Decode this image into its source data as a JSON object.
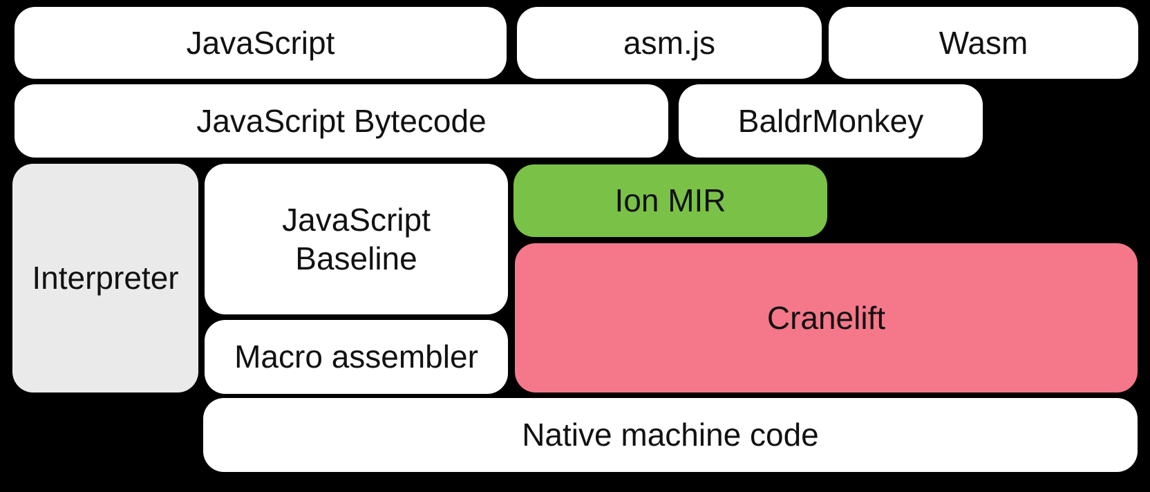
{
  "diagram": {
    "background_color": "#000000",
    "text_color": "#111111",
    "colors": {
      "white_box": "#ffffff",
      "gray_box": "#eaeaea",
      "green_box": "#7ac247",
      "pink_box": "#f5788a"
    },
    "boxes": {
      "javascript": {
        "label": "JavaScript"
      },
      "asm_js": {
        "label": "asm.js"
      },
      "wasm": {
        "label": "Wasm"
      },
      "javascript_bytecode": {
        "label": "JavaScript Bytecode"
      },
      "baldrmonkey": {
        "label": "BaldrMonkey"
      },
      "interpreter": {
        "label": "Interpreter"
      },
      "javascript_baseline": {
        "label": "JavaScript Baseline"
      },
      "ion_mir": {
        "label": "Ion MIR"
      },
      "cranelift": {
        "label": "Cranelift"
      },
      "macro_assembler": {
        "label": "Macro assembler"
      },
      "native_machine_code": {
        "label": "Native machine code"
      }
    }
  }
}
